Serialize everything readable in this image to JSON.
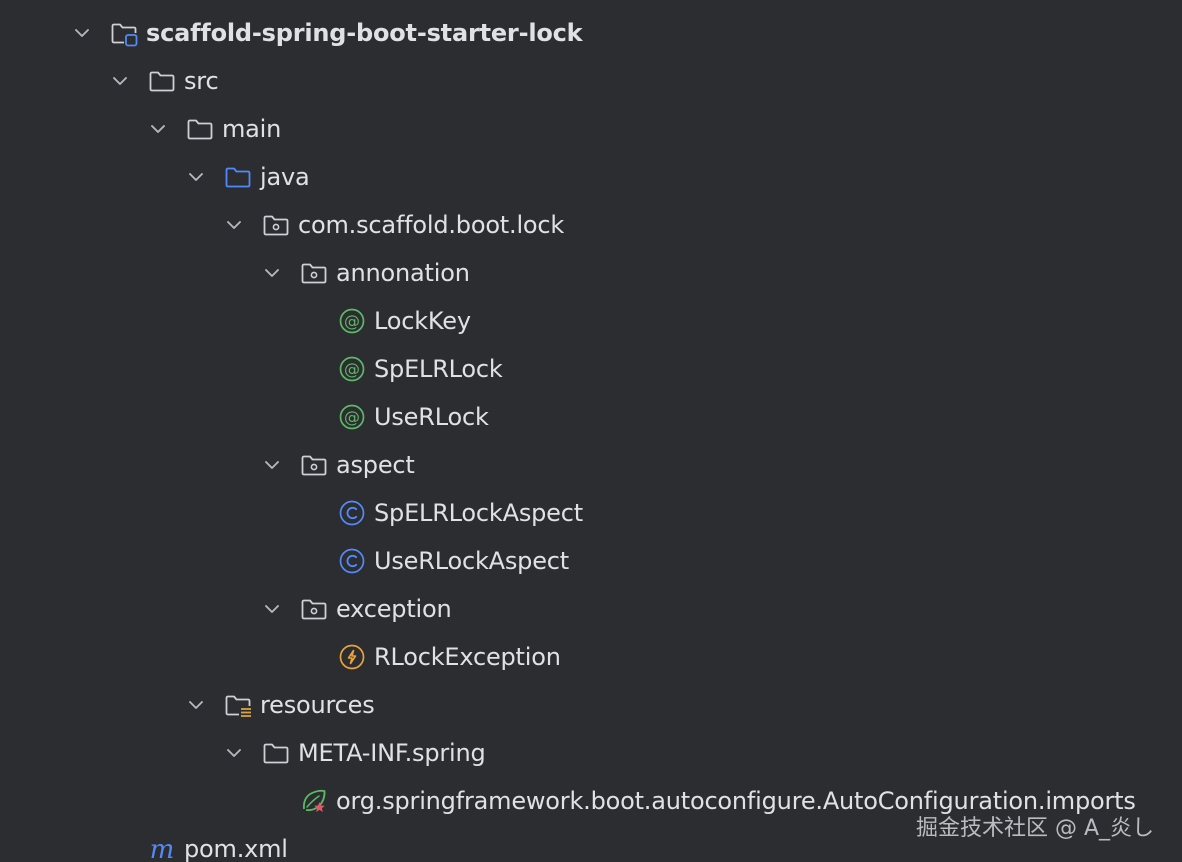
{
  "tree": {
    "items": [
      {
        "label": "scaffold-spring-boot-starter-lock",
        "depth": 0,
        "expanded": true,
        "icon": "module-folder-icon",
        "bold": true
      },
      {
        "label": "src",
        "depth": 1,
        "expanded": true,
        "icon": "folder-icon"
      },
      {
        "label": "main",
        "depth": 2,
        "expanded": true,
        "icon": "folder-icon"
      },
      {
        "label": "java",
        "depth": 3,
        "expanded": true,
        "icon": "source-folder-icon"
      },
      {
        "label": "com.scaffold.boot.lock",
        "depth": 4,
        "expanded": true,
        "icon": "package-icon"
      },
      {
        "label": "annonation",
        "depth": 5,
        "expanded": true,
        "icon": "package-icon"
      },
      {
        "label": "LockKey",
        "depth": 6,
        "icon": "annotation-icon"
      },
      {
        "label": "SpELRLock",
        "depth": 6,
        "icon": "annotation-icon"
      },
      {
        "label": "UseRLock",
        "depth": 6,
        "icon": "annotation-icon"
      },
      {
        "label": "aspect",
        "depth": 5,
        "expanded": true,
        "icon": "package-icon"
      },
      {
        "label": "SpELRLockAspect",
        "depth": 6,
        "icon": "class-icon"
      },
      {
        "label": "UseRLockAspect",
        "depth": 6,
        "icon": "class-icon"
      },
      {
        "label": "exception",
        "depth": 5,
        "expanded": true,
        "icon": "package-icon"
      },
      {
        "label": "RLockException",
        "depth": 6,
        "icon": "exception-icon"
      },
      {
        "label": "resources",
        "depth": 3,
        "expanded": true,
        "icon": "resources-folder-icon"
      },
      {
        "label": "META-INF.spring",
        "depth": 4,
        "expanded": true,
        "icon": "folder-icon"
      },
      {
        "label": "org.springframework.boot.autoconfigure.AutoConfiguration.imports",
        "depth": 5,
        "icon": "spring-imports-icon"
      },
      {
        "label": "pom.xml",
        "depth": 1,
        "icon": "maven-icon"
      }
    ]
  },
  "watermark": "掘金技术社区 @ A_炎し",
  "colors": {
    "background": "#2b2d30",
    "text": "#dfe1e5",
    "folder_stroke": "#ced0d6",
    "source_folder": "#548af7",
    "annotation": "#5fb865",
    "class": "#548af7",
    "exception": "#e8a33e",
    "resources_bars": "#d9a343",
    "maven": "#548af7",
    "spring": "#5fb865",
    "spring_error": "#e55765"
  }
}
